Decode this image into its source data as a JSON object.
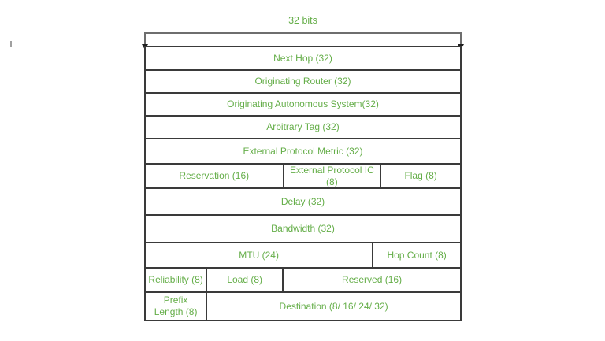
{
  "diagram": {
    "width_label": "32 bits",
    "colors": {
      "field_text_green": "#65ae49",
      "table_border": "#3a3a3a",
      "bracket_line": "#6e6e6e",
      "background": "#ffffff"
    },
    "rows": [
      {
        "cells": [
          {
            "label": "Next Hop (32)"
          }
        ]
      },
      {
        "cells": [
          {
            "label": "Originating Router (32)"
          }
        ]
      },
      {
        "cells": [
          {
            "label": "Originating Autonomous System(32)"
          }
        ]
      },
      {
        "cells": [
          {
            "label": "Arbitrary Tag (32)"
          }
        ]
      },
      {
        "cells": [
          {
            "label": "External Protocol Metric (32)"
          }
        ]
      },
      {
        "cells": [
          {
            "label": "Reservation (16)"
          },
          {
            "label": "External Protocol IC (8)"
          },
          {
            "label": "Flag (8)"
          }
        ]
      },
      {
        "cells": [
          {
            "label": "Delay (32)"
          }
        ]
      },
      {
        "cells": [
          {
            "label": "Bandwidth (32)"
          }
        ]
      },
      {
        "cells": [
          {
            "label": "MTU (24)"
          },
          {
            "label": "Hop Count (8)"
          }
        ]
      },
      {
        "cells": [
          {
            "label": "Reliability (8)"
          },
          {
            "label": "Load (8)"
          },
          {
            "label": "Reserved (16)"
          }
        ]
      },
      {
        "cells": [
          {
            "label": "Prefix\nLength (8)"
          },
          {
            "label": "Destination (8/ 16/ 24/ 32)"
          }
        ]
      }
    ]
  }
}
